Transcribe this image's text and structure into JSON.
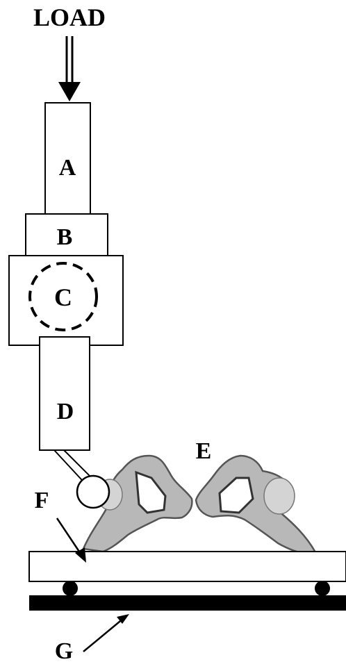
{
  "labels": {
    "load": "LOAD",
    "a": "A",
    "b": "B",
    "c": "C",
    "d": "D",
    "e": "E",
    "f": "F",
    "g": "G"
  },
  "colors": {
    "ink": "#000000",
    "bone_fill": "#b8b8b8",
    "bone_edge": "#555555",
    "paper": "#ffffff"
  }
}
